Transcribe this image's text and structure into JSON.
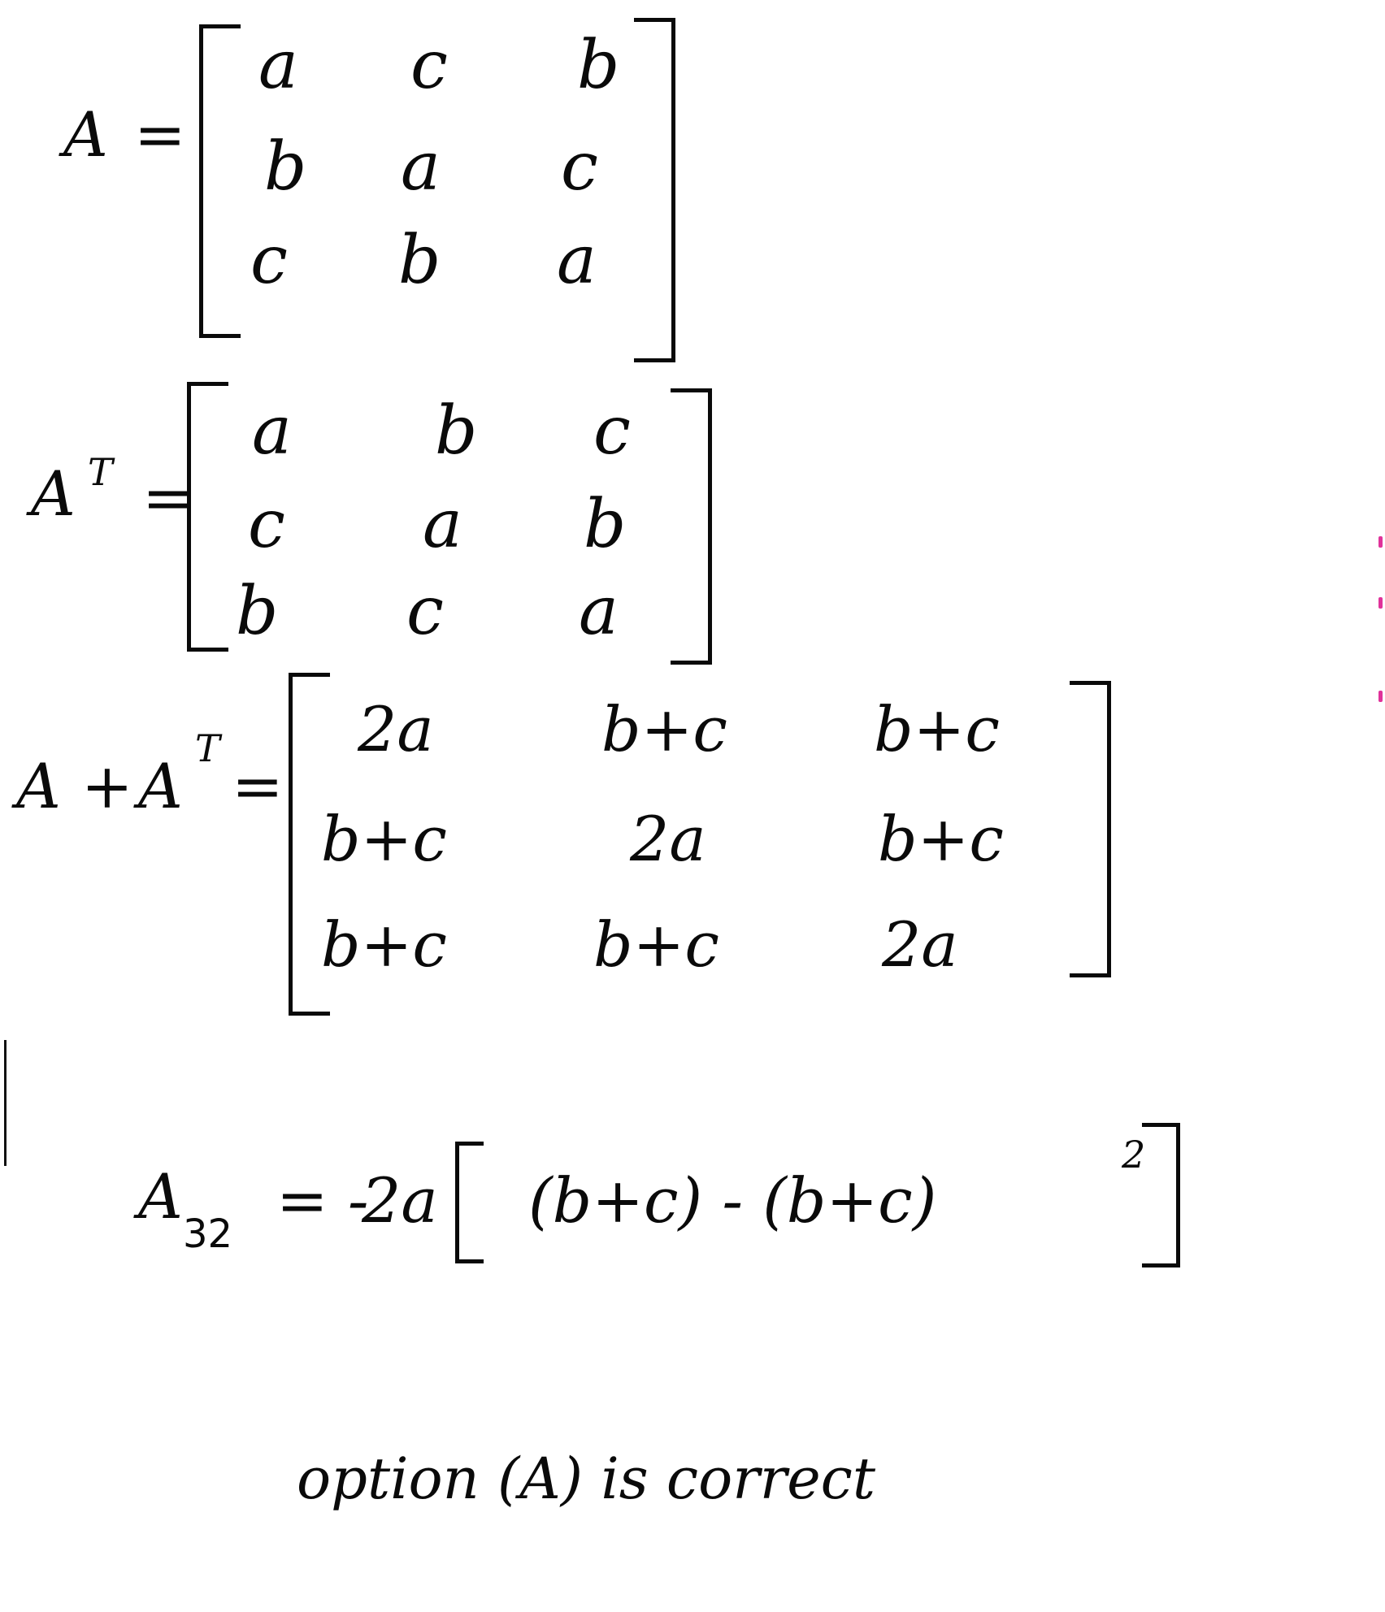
{
  "matrix_a": {
    "label": "A",
    "equals": "=",
    "rows": [
      [
        "a",
        "c",
        "b"
      ],
      [
        "b",
        "a",
        "c"
      ],
      [
        "c",
        "b",
        "a"
      ]
    ]
  },
  "matrix_at": {
    "label": "A",
    "superscript": "T",
    "equals": "=",
    "rows": [
      [
        "a",
        "b",
        "c"
      ],
      [
        "c",
        "a",
        "b"
      ],
      [
        "b",
        "c",
        "a"
      ]
    ]
  },
  "matrix_sum": {
    "label_a": "A",
    "plus": "+",
    "label_at": "A",
    "superscript": "T",
    "equals": "=",
    "rows": [
      [
        "2a",
        "b+c",
        "b+c"
      ],
      [
        "b+c",
        "2a",
        "b+c"
      ],
      [
        "b+c",
        "b+c",
        "2a"
      ]
    ]
  },
  "cofactor": {
    "label": "A",
    "subscript": "32",
    "equals": "= -",
    "coefficient": "2a",
    "expression": "(b+c) - (b+c)",
    "exponent": "2"
  },
  "conclusion": "option (A) is correct",
  "colors": {
    "ink": "#0a0a0a",
    "paper": "#ffffff",
    "margin_mark": "#e0329a"
  }
}
